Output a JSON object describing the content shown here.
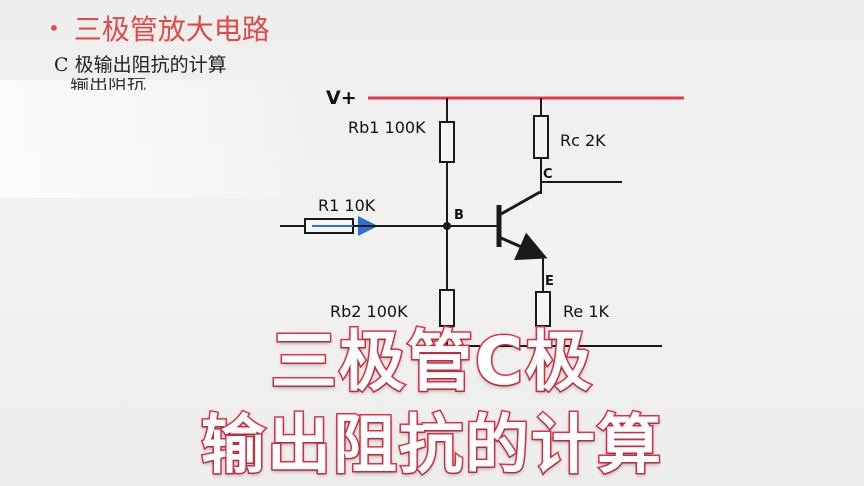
{
  "slide": {
    "title_bullet": "•",
    "title": "三极管放大电路",
    "subtitle": "C 极输出阻抗的计算",
    "subtitle_partial": "输出阻抗"
  },
  "circuit": {
    "supply_label": "V+",
    "rb1_label": "Rb1 100K",
    "rc_label": "Rc  2K",
    "r1_label": "R1 10K",
    "rb2_label": "Rb2 100K",
    "re_label": "Re  1K",
    "base_node": "B",
    "collector_node": "C",
    "emitter_node": "E",
    "colors": {
      "supply_rail": "#e23a4a",
      "input_arrow": "#2f6fd6",
      "wire": "#1a1a1a"
    }
  },
  "caption": {
    "line1": "三极管C极",
    "line2": "输出阻抗的计算",
    "text_color": "#ffffff",
    "stroke_color": "#e8344a"
  }
}
